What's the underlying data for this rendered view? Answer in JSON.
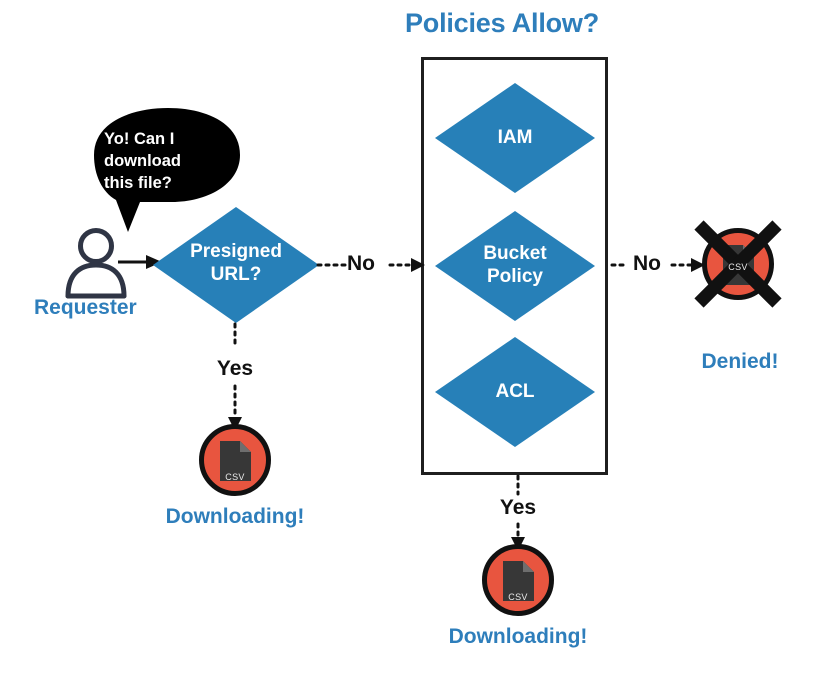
{
  "diagram": {
    "title": "Policies Allow?",
    "palette": {
      "diamond_blue": "#2780b8",
      "label_blue": "#2e7ebb",
      "csv_red": "#e8553f",
      "icon_dark": "#373737",
      "outline_black": "#111111",
      "bubble_black": "#000000",
      "person_navy": "#2f3545"
    },
    "actor": {
      "icon": "person-icon",
      "label": "Requester",
      "speech_bubble": {
        "icon": "speech-bubble-icon",
        "lines": [
          "Yo! Can I",
          "download",
          "this file?"
        ],
        "text": "Yo! Can I download this file?"
      }
    },
    "decisions": [
      {
        "id": "presigned-url",
        "label": "Presigned URL?",
        "lines": [
          "Presigned",
          "URL?"
        ]
      },
      {
        "id": "iam",
        "label": "IAM",
        "lines": [
          "IAM"
        ]
      },
      {
        "id": "bucket-policy",
        "label": "Bucket Policy",
        "lines": [
          "Bucket",
          "Policy"
        ]
      },
      {
        "id": "acl",
        "label": "ACL",
        "lines": [
          "ACL"
        ]
      }
    ],
    "edges": [
      {
        "id": "requester-to-presigned",
        "label": "",
        "style": "solid-arrow"
      },
      {
        "id": "presigned-no-to-policies",
        "label": "No",
        "style": "dotted-arrow"
      },
      {
        "id": "presigned-yes-to-download",
        "label": "Yes",
        "style": "dotted-arrow"
      },
      {
        "id": "policies-no-to-denied",
        "label": "No",
        "style": "dotted-arrow"
      },
      {
        "id": "policies-yes-to-download",
        "label": "Yes",
        "style": "dotted-arrow"
      }
    ],
    "outcomes": [
      {
        "id": "download-presigned",
        "icon": "csv-file-icon",
        "file_type": "CSV",
        "status": "Downloading!",
        "denied": false
      },
      {
        "id": "denied",
        "icon": "csv-file-denied-icon",
        "file_type": "CSV",
        "status": "Denied!",
        "denied": true
      },
      {
        "id": "download-policies",
        "icon": "csv-file-icon",
        "file_type": "CSV",
        "status": "Downloading!",
        "denied": false
      }
    ]
  }
}
